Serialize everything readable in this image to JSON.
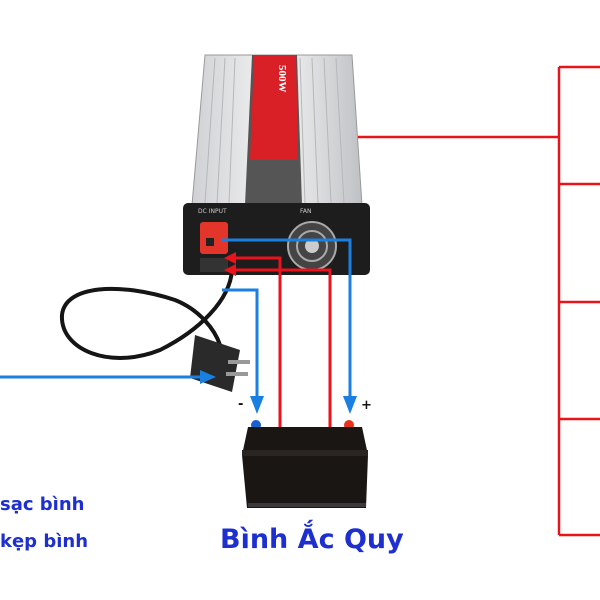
{
  "inverter": {
    "power_label": "500W",
    "dc_input_label": "DC INPUT",
    "fan_label": "FAN"
  },
  "battery": {
    "title": "Bình Ắc Quy",
    "negative_sign": "-",
    "positive_sign": "+"
  },
  "left_labels": [
    "sạc bình",
    "kẹp bình"
  ],
  "colors": {
    "ac_wire": "#e8131b",
    "dc_arrow": "#1a7fe0",
    "label_text": "#1e2fd0"
  }
}
